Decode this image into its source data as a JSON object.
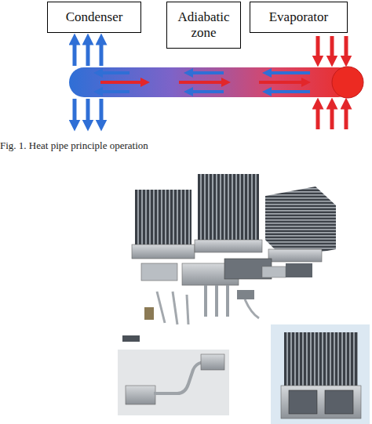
{
  "diagram": {
    "caption": "Fig. 1. Heat pipe principle operation",
    "nodes": [
      {
        "text": [
          "Condenser"
        ]
      },
      {
        "text": [
          "Adiabatic zone"
        ]
      },
      {
        "text": [
          "Evaporator"
        ]
      }
    ]
  }
}
